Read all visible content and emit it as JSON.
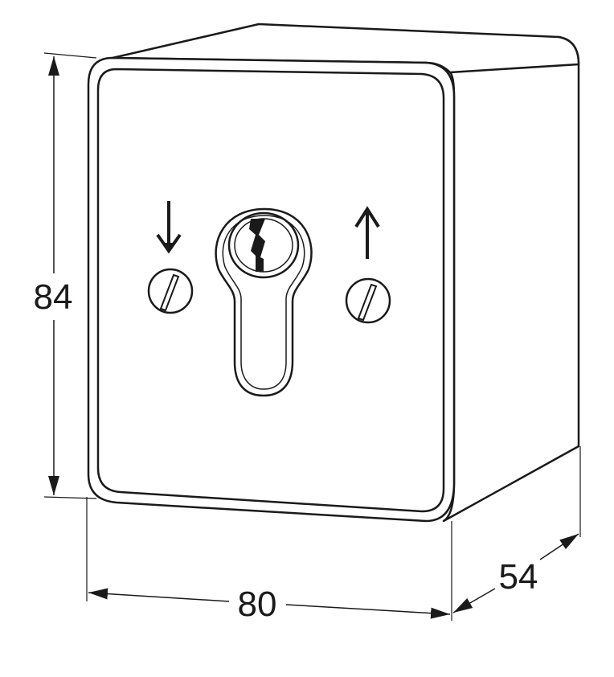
{
  "dimensions": {
    "height": "84",
    "width": "80",
    "depth": "54"
  },
  "colors": {
    "line": "#1a1a1a",
    "fill": "#ffffff"
  }
}
